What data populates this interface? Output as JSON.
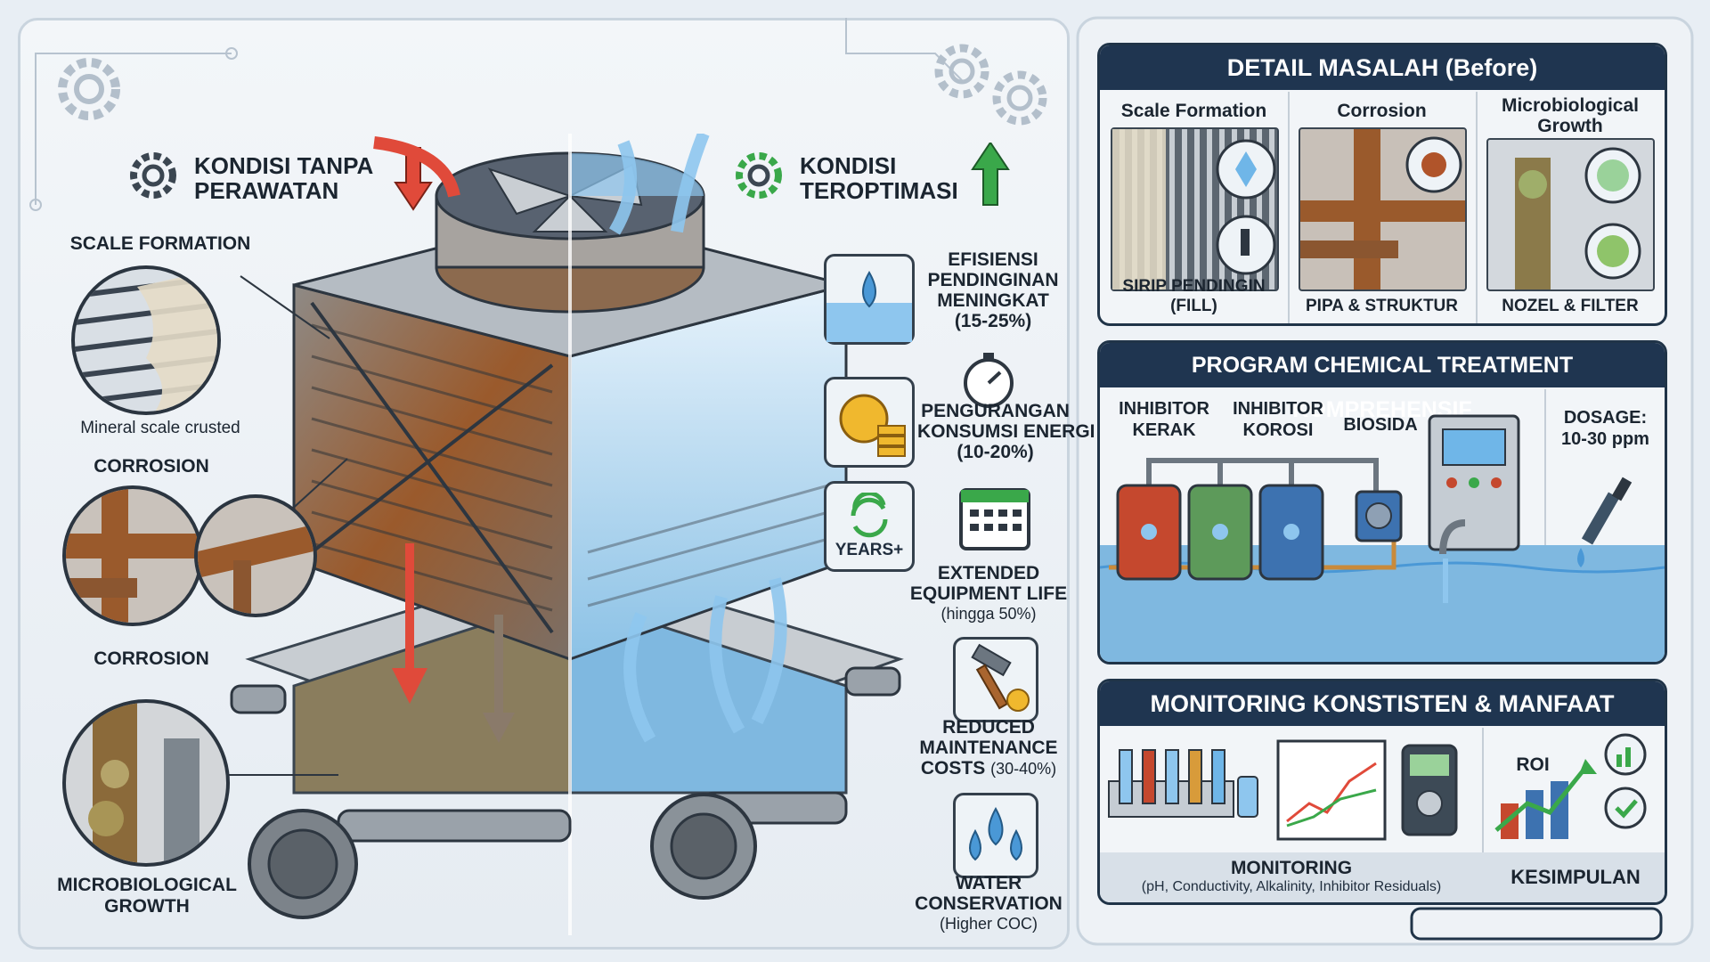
{
  "left": {
    "before_title": "KONDISI TANPA\nPERAWATAN",
    "after_title": "KONDISI\nTEROPTIMASI",
    "callouts": {
      "scale": "SCALE FORMATION",
      "scale_caption": "Mineral scale crusted",
      "corrosion_top": "CORROSION",
      "corrosion_bottom": "CORROSION",
      "micro": "MICROBIOLOGICAL\nGROWTH"
    },
    "benefits": [
      {
        "title": "EFISIENSI\nPENDINGINAN\nMENINGKAT\n(15-25%)",
        "sub": ""
      },
      {
        "title": "PENGURANGAN\nKONSUMSI ENERGI\n(10-20%)",
        "sub": ""
      },
      {
        "title": "EXTENDED\nEQUIPMENT LIFE",
        "sub": "(hingga 50%)"
      },
      {
        "title": "REDUCED\nMAINTENANCE\nCOSTS",
        "sub": "(30-40%)"
      },
      {
        "title": "WATER\nCONSERVATION",
        "sub": "(Higher COC)"
      }
    ],
    "years_label": "YEARS+"
  },
  "panel_problem": {
    "title": "DETAIL MASALAH (Before)",
    "cells": [
      {
        "title": "Scale Formation",
        "foot": "SIRIP PENDINGIN (FILL)"
      },
      {
        "title": "Corrosion",
        "foot": "PIPA & STRUKTUR"
      },
      {
        "title": "Microbiological\nGrowth",
        "foot": "NOZEL & FILTER"
      }
    ]
  },
  "panel_treatment": {
    "title": "PROGRAM CHEMICAL TREATMENT KOMPREHENSIF",
    "labels": [
      "INHIBITOR\nKERAK",
      "INHIBITOR\nKOROSI",
      "BIOSIDA"
    ],
    "dosage": "DOSAGE:\n10-30 ppm"
  },
  "panel_monitor": {
    "title": "MONITORING KONSTISTEN & MANFAAT",
    "monitoring": "MONITORING",
    "monitoring_sub": "(pH, Conductivity, Alkalinity, Inhibitor Residuals)",
    "roi": "ROI",
    "kesimpulan": "KESIMPULAN"
  },
  "colors": {
    "navy": "#1f3550",
    "rust": "#9a5a2c",
    "water": "#7fb8e0",
    "red_arrow": "#e04a3a",
    "green_arrow": "#3aa84a"
  }
}
